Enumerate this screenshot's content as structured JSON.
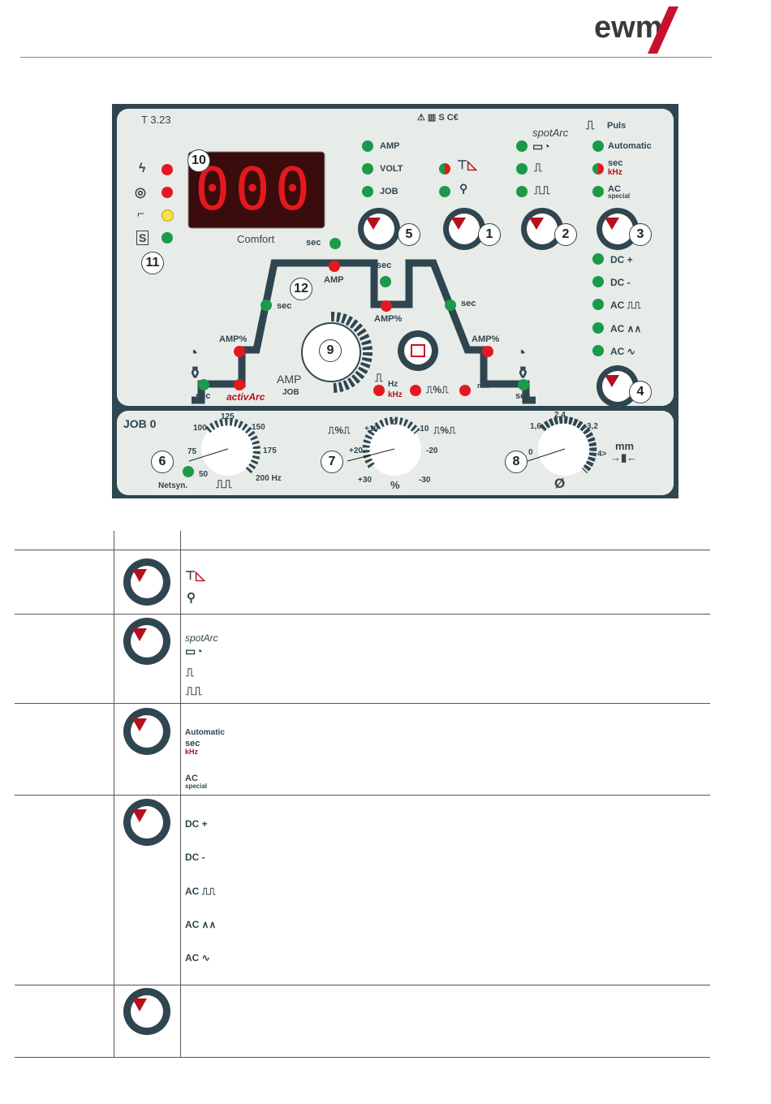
{
  "brand": {
    "logo_text": "ewm"
  },
  "panel": {
    "model": "T 3.23",
    "display": {
      "digits": "000",
      "caption": "Comfort"
    },
    "right_header": {
      "puls": "Puls",
      "spotarc": "spotArc"
    },
    "group5": [
      "AMP",
      "VOLT",
      "JOB"
    ],
    "group3": {
      "automatic": "Automatic",
      "sec": "sec",
      "khz": "kHz",
      "ac": "AC",
      "special": "special"
    },
    "group4": [
      "DC +",
      "DC -",
      "AC",
      "AC",
      "AC"
    ],
    "curve": {
      "sec": "sec",
      "amp": "AMP",
      "amp_pct": "AMP%",
      "amp_big": "AMP",
      "job": "JOB",
      "activarc": "activArc",
      "hz": "Hz",
      "khz": "kHz",
      "pct": "%",
      "mm": "mm"
    },
    "bottom": {
      "job": "JOB 0",
      "netsyn": "Netsyn.",
      "hz200": "200 Hz",
      "ticks6": [
        "125",
        "100",
        "150",
        "75",
        "175",
        "50"
      ],
      "ticks7": [
        "0",
        "+10",
        "-10",
        "+20",
        "-20",
        "+30",
        "-30"
      ],
      "pct": "%",
      "ticks8": [
        "2,4",
        "1,6",
        "3,2",
        "0",
        "4>"
      ],
      "mm": "mm",
      "dia": "Ø"
    },
    "numbers": [
      "1",
      "2",
      "3",
      "4",
      "5",
      "6",
      "7",
      "8",
      "9",
      "10",
      "11",
      "12"
    ]
  },
  "table": {
    "row1": [],
    "row2": {
      "spotarc": "spotArc"
    },
    "row3": {
      "automatic": "Automatic",
      "sec": "sec",
      "khz": "kHz",
      "ac": "AC",
      "special": "special"
    },
    "row4": [
      "DC +",
      "DC -",
      "AC",
      "AC",
      "AC"
    ]
  },
  "colors": {
    "panel_dark": "#2f4650",
    "panel_light": "#e8ece9",
    "led_green": "#1a9a4a",
    "led_red": "#e3191f",
    "led_yellow": "#f4e24a",
    "arrow_red": "#b5111c",
    "display_bg": "#3a0c0c"
  }
}
